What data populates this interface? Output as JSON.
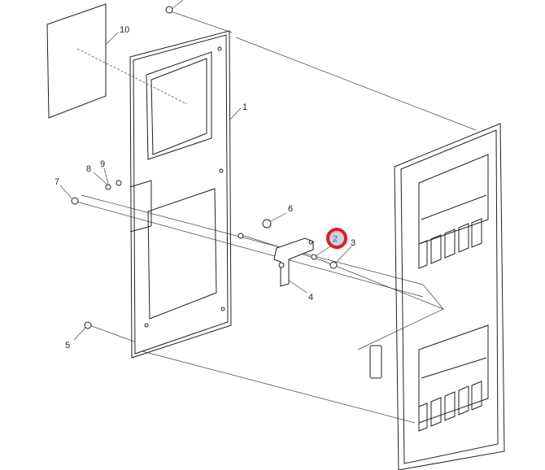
{
  "diagram": {
    "labels": {
      "p1": "1",
      "p2": "2",
      "p3": "3",
      "p4": "4",
      "p5": "5",
      "p6": "6",
      "p7": "7",
      "p8": "8",
      "p9": "9",
      "p10": "10"
    },
    "highlighted_label": "2",
    "colors": {
      "highlight_ring": "#e01b24",
      "highlight_fill": "#c9d3e6",
      "line": "#222222"
    }
  }
}
